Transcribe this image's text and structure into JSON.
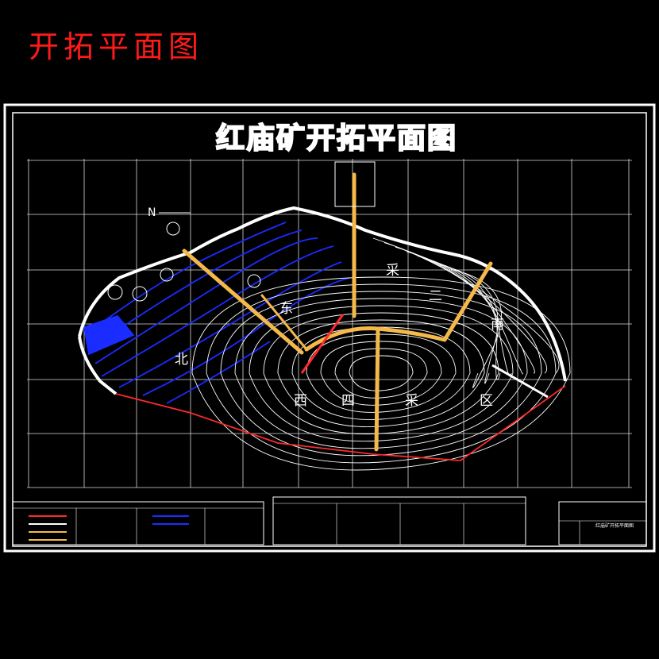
{
  "page_title": "开拓平面图",
  "drawing_title": "红庙矿开拓平面图",
  "north_marker": "N",
  "map_labels": [
    "西",
    "四",
    "采",
    "区",
    "北",
    "二",
    "采",
    "南",
    "东"
  ],
  "colors": {
    "background": "#000000",
    "frame": "#ffffff",
    "page_title": "#ff1a1a",
    "contour": "#ffffff",
    "blue_zone": "#1a2cff",
    "roadway": "#f5b84a",
    "boundary": "#ff2a2a",
    "grid": "#ffffff"
  },
  "legend_left": {
    "rows": [
      {
        "swatch_color": "#ff2a2a"
      },
      {
        "swatch_color": "#ffffff"
      },
      {
        "swatch_color": "#f5b84a"
      },
      {
        "swatch_color": "#f5b84a"
      },
      {
        "swatch_color": "#1a2cff"
      },
      {
        "swatch_color": "#1a2cff"
      }
    ]
  },
  "title_block": {
    "drawing_name": "红庙矿开拓平面图"
  }
}
